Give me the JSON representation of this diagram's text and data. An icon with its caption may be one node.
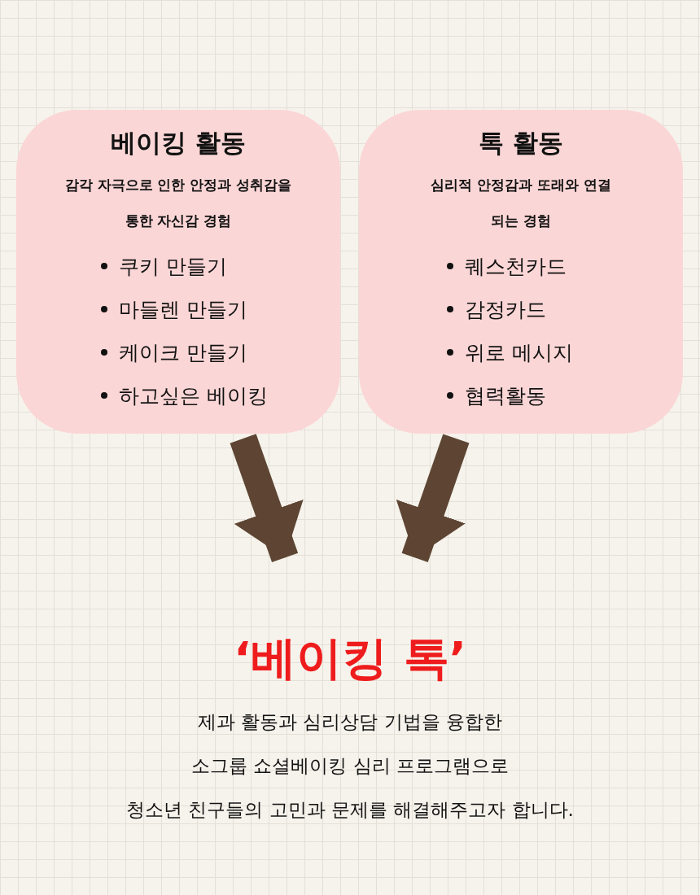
{
  "diagram": {
    "nodes": [
      {
        "text": [
          "베이킹 활동",
          "감각 자극으로 인한 안정과 성취감을 통한 자신감 경험",
          "쿠키 만들기",
          "마들렌 만들기",
          "케이크 만들기",
          "하고싶은 베이킹"
        ]
      },
      {
        "text": [
          "톡 활동",
          "심리적 안정감과 또래와 연결되는 경험",
          "퀘스천카드",
          "감정카드",
          "위로 메시지",
          "협력활동"
        ]
      },
      {
        "text": [
          "‘베이킹 톡’"
        ]
      }
    ],
    "edges": [
      {
        "from": 0,
        "to": 2,
        "arrow": "to",
        "color": "#5e4533"
      },
      {
        "from": 1,
        "to": 2,
        "arrow": "to",
        "color": "#5e4533"
      }
    ],
    "labels": [
      "제과 활동과 심리상담 기법을 융합한",
      "소그룹 쇼셜베이킹 심리 프로그램으로",
      "청소년 친구들의 고민과 문제를 해결해주고자 합니다."
    ]
  }
}
